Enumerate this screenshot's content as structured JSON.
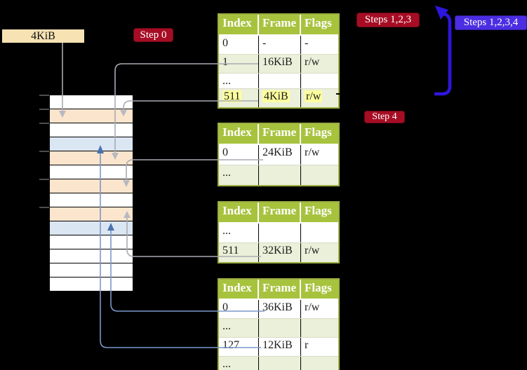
{
  "labels": {
    "page_size_box": "4KiB",
    "step0_badge": "Step 0",
    "steps123_badge": "Steps 1,2,3",
    "steps1234_badge": "Steps 1,2,3,4",
    "step4_badge": "Step 4"
  },
  "page_tables": [
    {
      "id": "page-table-1",
      "columns": [
        "Index",
        "Frame",
        "Flags"
      ],
      "rows": [
        {
          "index": "0",
          "frame": "-",
          "flags": "-",
          "shaded": false,
          "highlighted": false
        },
        {
          "index": "1",
          "frame": "16KiB",
          "flags": "r/w",
          "shaded": true,
          "highlighted": false
        },
        {
          "index": "...",
          "frame": "",
          "flags": "",
          "shaded": false,
          "highlighted": false
        },
        {
          "index": "511",
          "frame": "4KiB",
          "flags": "r/w",
          "shaded": true,
          "highlighted": true
        }
      ]
    },
    {
      "id": "page-table-2",
      "columns": [
        "Index",
        "Frame",
        "Flags"
      ],
      "rows": [
        {
          "index": "0",
          "frame": "24KiB",
          "flags": "r/w",
          "shaded": false,
          "highlighted": false
        },
        {
          "index": "...",
          "frame": "",
          "flags": "",
          "shaded": true,
          "highlighted": false
        }
      ]
    },
    {
      "id": "page-table-3",
      "columns": [
        "Index",
        "Frame",
        "Flags"
      ],
      "rows": [
        {
          "index": "...",
          "frame": "",
          "flags": "",
          "shaded": false,
          "highlighted": false
        },
        {
          "index": "511",
          "frame": "32KiB",
          "flags": "r/w",
          "shaded": true,
          "highlighted": false
        }
      ]
    },
    {
      "id": "page-table-4",
      "columns": [
        "Index",
        "Frame",
        "Flags"
      ],
      "rows": [
        {
          "index": "0",
          "frame": "36KiB",
          "flags": "r/w",
          "shaded": false,
          "highlighted": false
        },
        {
          "index": "...",
          "frame": "",
          "flags": "",
          "shaded": true,
          "highlighted": false
        },
        {
          "index": "127",
          "frame": "12KiB",
          "flags": "r",
          "shaded": false,
          "highlighted": false
        },
        {
          "index": "...",
          "frame": "",
          "flags": "",
          "shaded": true,
          "highlighted": false
        }
      ]
    }
  ],
  "memory_stack": {
    "rows": [
      "plain",
      "table",
      "plain",
      "mapped",
      "table",
      "plain",
      "table",
      "plain",
      "table",
      "mapped",
      "plain",
      "plain",
      "plain",
      "plain"
    ]
  },
  "colors": {
    "background": "#000000",
    "table_header": "#a7c33e",
    "table_border": "#9dae43",
    "table_row_shaded": "#eaf0d9",
    "highlight_yellow": "#feff9e",
    "badge_red": "#a60d24",
    "badge_blue": "#4b2ee2",
    "big_arrow_blue": "#2d16dd",
    "connector_gray": "#a9abb3",
    "connector_blue": "#7b97c9",
    "stack_row_table_orange": "#fce5cd",
    "stack_row_mapped_blue": "#dbe6f3",
    "size_box_bg": "#f6e2b3"
  }
}
